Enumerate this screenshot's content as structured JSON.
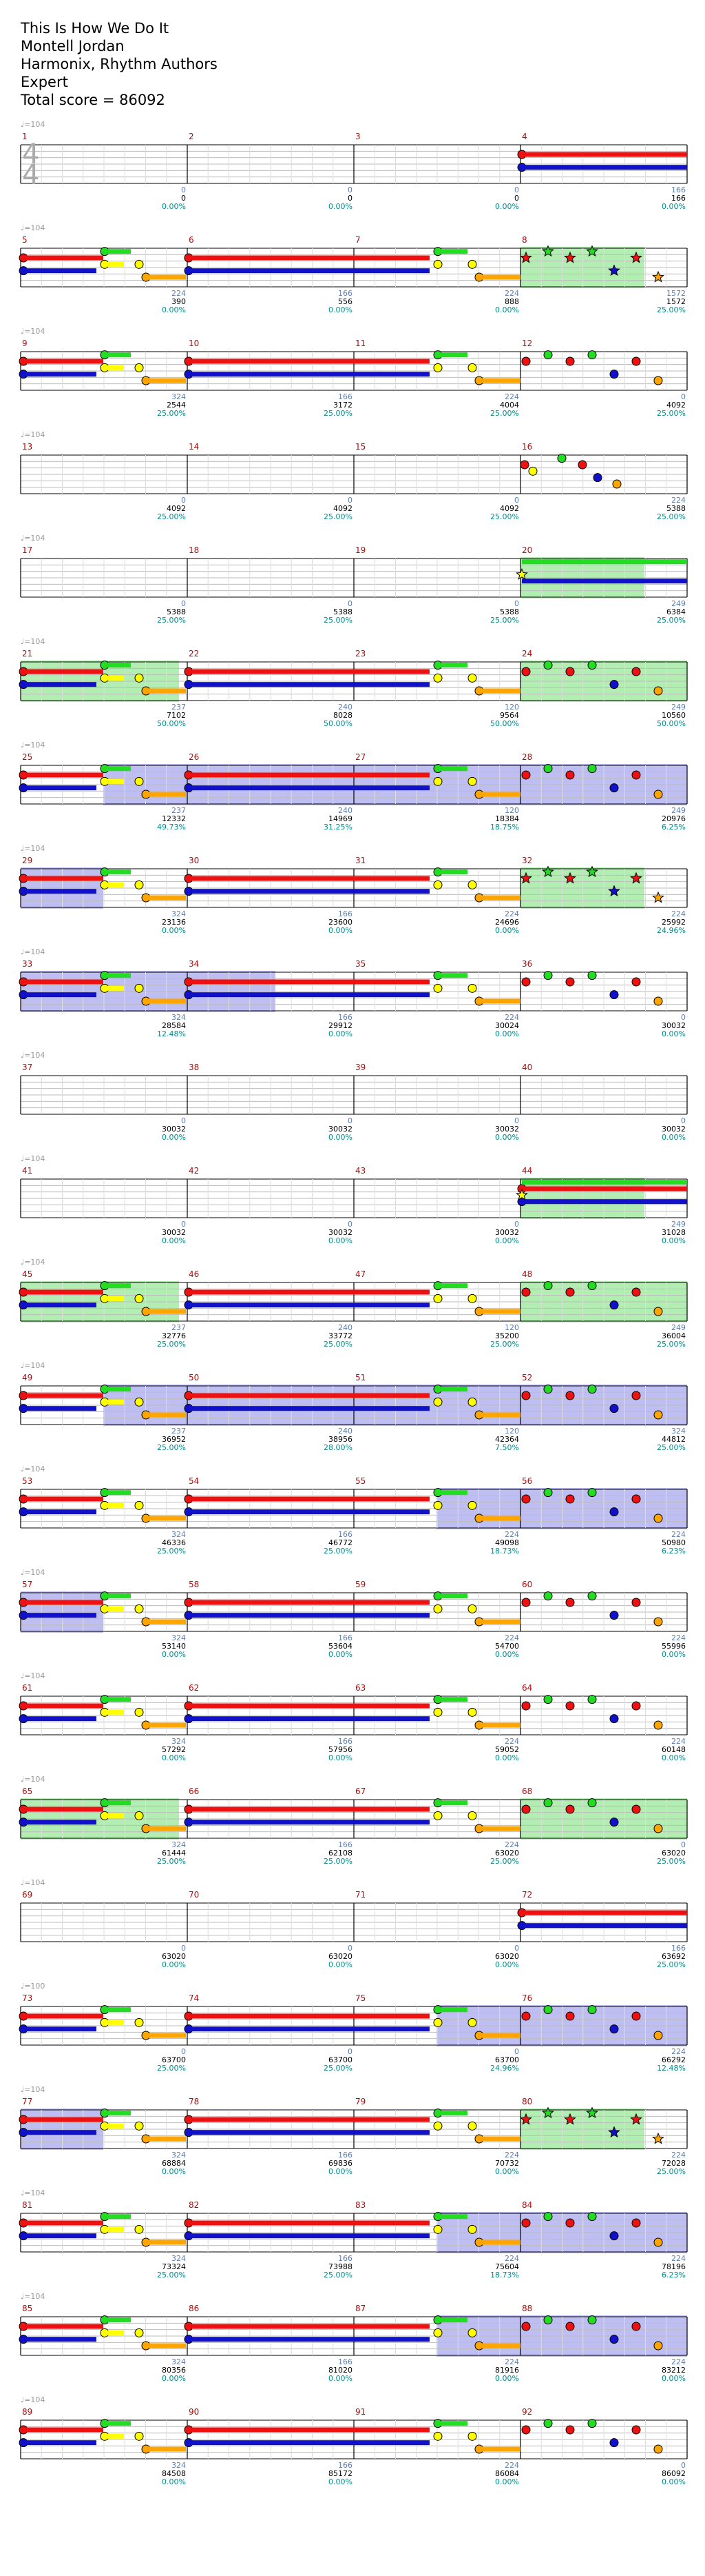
{
  "song": {
    "title": "This Is How We Do It",
    "artist": "Montell Jordan",
    "charter": "Harmonix, Rhythm Authors",
    "difficulty": "Expert",
    "total_score": "Total score = 86092"
  },
  "time_signature": {
    "top": "4",
    "bottom": "4"
  },
  "colors": {
    "green": "#22dd22",
    "red": "#ee1111",
    "yellow": "#ffff00",
    "blue": "#1111cc",
    "orange": "#ffa500",
    "sp": "#22cc22",
    "solo": "#4444dd"
  },
  "rows": [
    {
      "tempo": "♩=104",
      "measures": [
        {
          "num": "1",
          "sub": "0",
          "total": "0",
          "pct": "0.00%"
        },
        {
          "num": "2",
          "sub": "0",
          "total": "0",
          "pct": "0.00%"
        },
        {
          "num": "3",
          "sub": "0",
          "total": "0",
          "pct": "0.00%"
        },
        {
          "num": "4",
          "sub": "166",
          "total": "166",
          "pct": "0.00%"
        }
      ]
    },
    {
      "tempo": "♩=104",
      "measures": [
        {
          "num": "5",
          "sub": "224",
          "total": "390",
          "pct": "0.00%"
        },
        {
          "num": "6",
          "sub": "166",
          "total": "556",
          "pct": "0.00%"
        },
        {
          "num": "7",
          "sub": "224",
          "total": "888",
          "pct": "0.00%"
        },
        {
          "num": "8",
          "sub": "1572",
          "total": "1572",
          "pct": "25.00%"
        }
      ]
    },
    {
      "tempo": "♩=104",
      "measures": [
        {
          "num": "9",
          "sub": "324",
          "total": "2544",
          "pct": "25.00%"
        },
        {
          "num": "10",
          "sub": "166",
          "total": "3172",
          "pct": "25.00%"
        },
        {
          "num": "11",
          "sub": "224",
          "total": "4004",
          "pct": "25.00%"
        },
        {
          "num": "12",
          "sub": "0",
          "total": "4092",
          "pct": "25.00%"
        }
      ]
    },
    {
      "tempo": "♩=104",
      "measures": [
        {
          "num": "13",
          "sub": "0",
          "total": "4092",
          "pct": "25.00%"
        },
        {
          "num": "14",
          "sub": "0",
          "total": "4092",
          "pct": "25.00%"
        },
        {
          "num": "15",
          "sub": "0",
          "total": "4092",
          "pct": "25.00%"
        },
        {
          "num": "16",
          "sub": "224",
          "total": "5388",
          "pct": "25.00%"
        }
      ]
    },
    {
      "tempo": "♩=104",
      "measures": [
        {
          "num": "17",
          "sub": "0",
          "total": "5388",
          "pct": "25.00%"
        },
        {
          "num": "18",
          "sub": "0",
          "total": "5388",
          "pct": "25.00%"
        },
        {
          "num": "19",
          "sub": "0",
          "total": "5388",
          "pct": "25.00%"
        },
        {
          "num": "20",
          "sub": "249",
          "total": "6384",
          "pct": "25.00%"
        }
      ]
    },
    {
      "tempo": "♩=104",
      "measures": [
        {
          "num": "21",
          "sub": "237",
          "total": "7102",
          "pct": "50.00%"
        },
        {
          "num": "22",
          "sub": "240",
          "total": "8028",
          "pct": "50.00%"
        },
        {
          "num": "23",
          "sub": "120",
          "total": "9564",
          "pct": "50.00%"
        },
        {
          "num": "24",
          "sub": "249",
          "total": "10560",
          "pct": "50.00%"
        }
      ]
    },
    {
      "tempo": "♩=104",
      "measures": [
        {
          "num": "25",
          "sub": "237",
          "total": "12332",
          "pct": "49.73%"
        },
        {
          "num": "26",
          "sub": "240",
          "total": "14969",
          "pct": "31.25%"
        },
        {
          "num": "27",
          "sub": "120",
          "total": "18384",
          "pct": "18.75%"
        },
        {
          "num": "28",
          "sub": "249",
          "total": "20976",
          "pct": "6.25%"
        }
      ]
    },
    {
      "tempo": "♩=104",
      "measures": [
        {
          "num": "29",
          "sub": "324",
          "total": "23136",
          "pct": "0.00%"
        },
        {
          "num": "30",
          "sub": "166",
          "total": "23600",
          "pct": "0.00%"
        },
        {
          "num": "31",
          "sub": "224",
          "total": "24696",
          "pct": "0.00%"
        },
        {
          "num": "32",
          "sub": "224",
          "total": "25992",
          "pct": "24.96%"
        }
      ]
    },
    {
      "tempo": "♩=104",
      "measures": [
        {
          "num": "33",
          "sub": "324",
          "total": "28584",
          "pct": "12.48%"
        },
        {
          "num": "34",
          "sub": "166",
          "total": "29912",
          "pct": "0.00%"
        },
        {
          "num": "35",
          "sub": "224",
          "total": "30024",
          "pct": "0.00%"
        },
        {
          "num": "36",
          "sub": "0",
          "total": "30032",
          "pct": "0.00%"
        }
      ]
    },
    {
      "tempo": "♩=104",
      "measures": [
        {
          "num": "37",
          "sub": "0",
          "total": "30032",
          "pct": "0.00%"
        },
        {
          "num": "38",
          "sub": "0",
          "total": "30032",
          "pct": "0.00%"
        },
        {
          "num": "39",
          "sub": "0",
          "total": "30032",
          "pct": "0.00%"
        },
        {
          "num": "40",
          "sub": "0",
          "total": "30032",
          "pct": "0.00%"
        }
      ]
    },
    {
      "tempo": "♩=104",
      "measures": [
        {
          "num": "41",
          "sub": "0",
          "total": "30032",
          "pct": "0.00%"
        },
        {
          "num": "42",
          "sub": "0",
          "total": "30032",
          "pct": "0.00%"
        },
        {
          "num": "43",
          "sub": "0",
          "total": "30032",
          "pct": "0.00%"
        },
        {
          "num": "44",
          "sub": "249",
          "total": "31028",
          "pct": "0.00%"
        }
      ]
    },
    {
      "tempo": "♩=104",
      "measures": [
        {
          "num": "45",
          "sub": "237",
          "total": "32776",
          "pct": "25.00%"
        },
        {
          "num": "46",
          "sub": "240",
          "total": "33772",
          "pct": "25.00%"
        },
        {
          "num": "47",
          "sub": "120",
          "total": "35200",
          "pct": "25.00%"
        },
        {
          "num": "48",
          "sub": "249",
          "total": "36004",
          "pct": "25.00%"
        }
      ]
    },
    {
      "tempo": "♩=104",
      "measures": [
        {
          "num": "49",
          "sub": "237",
          "total": "36952",
          "pct": "25.00%"
        },
        {
          "num": "50",
          "sub": "240",
          "total": "38956",
          "pct": "28.00%"
        },
        {
          "num": "51",
          "sub": "120",
          "total": "42364",
          "pct": "7.50%"
        },
        {
          "num": "52",
          "sub": "324",
          "total": "44812",
          "pct": "25.00%"
        }
      ]
    },
    {
      "tempo": "♩=104",
      "measures": [
        {
          "num": "53",
          "sub": "324",
          "total": "46336",
          "pct": "25.00%"
        },
        {
          "num": "54",
          "sub": "166",
          "total": "46772",
          "pct": "25.00%"
        },
        {
          "num": "55",
          "sub": "224",
          "total": "49098",
          "pct": "18.73%"
        },
        {
          "num": "56",
          "sub": "224",
          "total": "50980",
          "pct": "6.23%"
        }
      ]
    },
    {
      "tempo": "♩=104",
      "measures": [
        {
          "num": "57",
          "sub": "324",
          "total": "53140",
          "pct": "0.00%"
        },
        {
          "num": "58",
          "sub": "166",
          "total": "53604",
          "pct": "0.00%"
        },
        {
          "num": "59",
          "sub": "224",
          "total": "54700",
          "pct": "0.00%"
        },
        {
          "num": "60",
          "sub": "224",
          "total": "55996",
          "pct": "0.00%"
        }
      ]
    },
    {
      "tempo": "♩=104",
      "measures": [
        {
          "num": "61",
          "sub": "324",
          "total": "57292",
          "pct": "0.00%"
        },
        {
          "num": "62",
          "sub": "166",
          "total": "57956",
          "pct": "0.00%"
        },
        {
          "num": "63",
          "sub": "224",
          "total": "59052",
          "pct": "0.00%"
        },
        {
          "num": "64",
          "sub": "224",
          "total": "60148",
          "pct": "0.00%"
        }
      ]
    },
    {
      "tempo": "♩=104",
      "measures": [
        {
          "num": "65",
          "sub": "324",
          "total": "61444",
          "pct": "25.00%"
        },
        {
          "num": "66",
          "sub": "166",
          "total": "62108",
          "pct": "25.00%"
        },
        {
          "num": "67",
          "sub": "224",
          "total": "63020",
          "pct": "25.00%"
        },
        {
          "num": "68",
          "sub": "0",
          "total": "63020",
          "pct": "25.00%"
        }
      ]
    },
    {
      "tempo": "♩=104",
      "measures": [
        {
          "num": "69",
          "sub": "0",
          "total": "63020",
          "pct": "0.00%"
        },
        {
          "num": "70",
          "sub": "0",
          "total": "63020",
          "pct": "0.00%"
        },
        {
          "num": "71",
          "sub": "0",
          "total": "63020",
          "pct": "0.00%"
        },
        {
          "num": "72",
          "sub": "166",
          "total": "63692",
          "pct": "25.00%"
        }
      ]
    },
    {
      "tempo": "♩=100",
      "measures": [
        {
          "num": "73",
          "sub": "0",
          "total": "63700",
          "pct": "25.00%"
        },
        {
          "num": "74",
          "sub": "0",
          "total": "63700",
          "pct": "25.00%"
        },
        {
          "num": "75",
          "sub": "0",
          "total": "63700",
          "pct": "24.96%"
        },
        {
          "num": "76",
          "sub": "224",
          "total": "66292",
          "pct": "12.48%"
        }
      ]
    },
    {
      "tempo": "♩=104",
      "measures": [
        {
          "num": "77",
          "sub": "324",
          "total": "68884",
          "pct": "0.00%"
        },
        {
          "num": "78",
          "sub": "166",
          "total": "69836",
          "pct": "0.00%"
        },
        {
          "num": "79",
          "sub": "224",
          "total": "70732",
          "pct": "0.00%"
        },
        {
          "num": "80",
          "sub": "224",
          "total": "72028",
          "pct": "25.00%"
        }
      ]
    },
    {
      "tempo": "♩=104",
      "measures": [
        {
          "num": "81",
          "sub": "324",
          "total": "73324",
          "pct": "25.00%"
        },
        {
          "num": "82",
          "sub": "166",
          "total": "73988",
          "pct": "25.00%"
        },
        {
          "num": "83",
          "sub": "224",
          "total": "75604",
          "pct": "18.73%"
        },
        {
          "num": "84",
          "sub": "224",
          "total": "78196",
          "pct": "6.23%"
        }
      ]
    },
    {
      "tempo": "♩=104",
      "measures": [
        {
          "num": "85",
          "sub": "324",
          "total": "80356",
          "pct": "0.00%"
        },
        {
          "num": "86",
          "sub": "166",
          "total": "81020",
          "pct": "0.00%"
        },
        {
          "num": "87",
          "sub": "224",
          "total": "81916",
          "pct": "0.00%"
        },
        {
          "num": "88",
          "sub": "224",
          "total": "83212",
          "pct": "0.00%"
        }
      ]
    },
    {
      "tempo": "♩=104",
      "measures": [
        {
          "num": "89",
          "sub": "324",
          "total": "84508",
          "pct": "0.00%"
        },
        {
          "num": "90",
          "sub": "166",
          "total": "85172",
          "pct": "0.00%"
        },
        {
          "num": "91",
          "sub": "224",
          "total": "86084",
          "pct": "0.00%"
        },
        {
          "num": "92",
          "sub": "0",
          "total": "86092",
          "pct": "0.00%"
        }
      ]
    }
  ]
}
